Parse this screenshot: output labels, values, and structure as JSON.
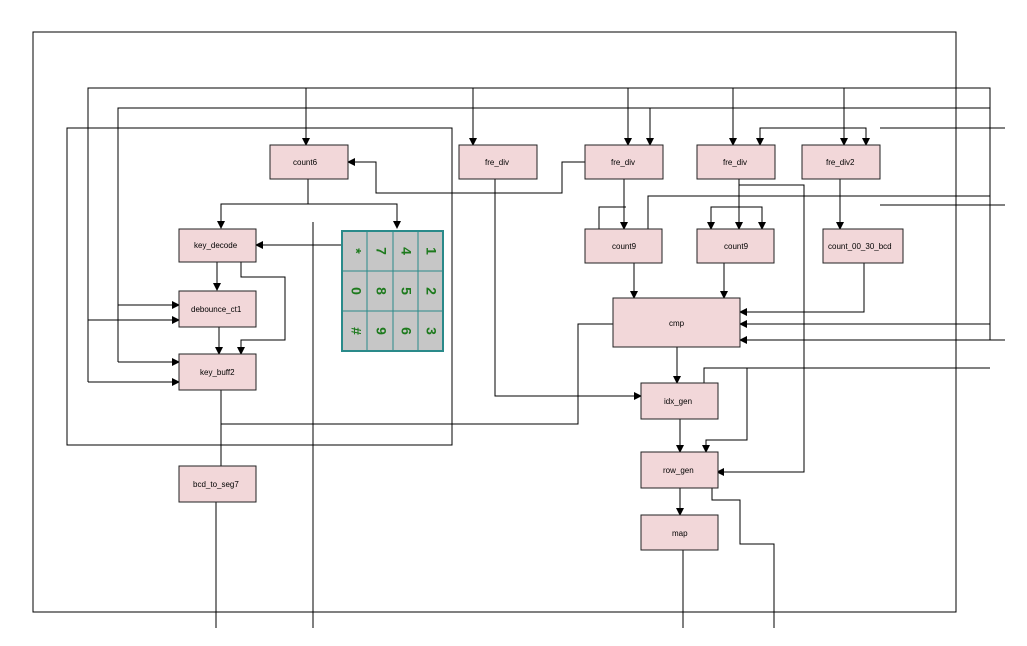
{
  "blocks": {
    "count6": "count6",
    "fre_div_a": "fre_div",
    "fre_div_b": "fre_div",
    "fre_div_c": "fre_div",
    "fre_div2": "fre_div2",
    "key_decode": "key_decode",
    "count9_a": "count9",
    "count9_b": "count9",
    "count_00_30_bcd": "count_00_30_bcd",
    "debounce_ct1": "debounce_ct1",
    "cmp": "cmp",
    "key_buff2": "key_buff2",
    "idx_gen": "idx_gen",
    "row_gen": "row_gen",
    "bcd_to_seg7": "bcd_to_seg7",
    "map": "map"
  },
  "keypad": {
    "row1": [
      "1",
      "4",
      "7",
      "*"
    ],
    "row2": [
      "2",
      "5",
      "8",
      "0"
    ],
    "row3": [
      "3",
      "6",
      "9",
      "#"
    ]
  },
  "colors": {
    "block_fill": "#f2d7d9",
    "keypad_fill": "#c6c6c6",
    "keypad_border": "#2a8a8a",
    "key_text": "#1d7a1d"
  }
}
